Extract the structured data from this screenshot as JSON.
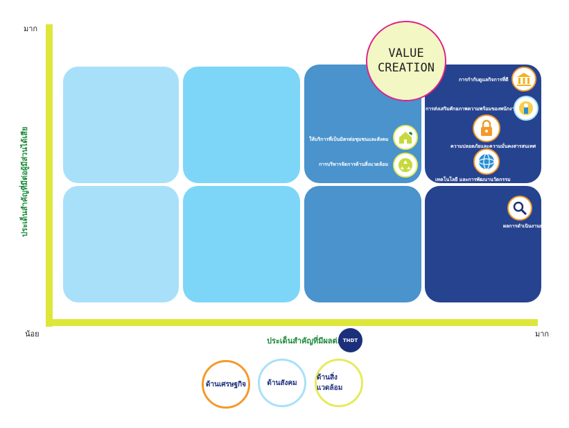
{
  "axis": {
    "y_top": "มาก",
    "y_title": "ประเด็นสำคัญที่มีต่อผู้มีส่วนได้เสีย",
    "x_left": "น้อย",
    "x_right": "มาก",
    "x_title": "ประเด็นสำคัญที่มีผลต่อ"
  },
  "value_creation": [
    "VALUE",
    "CREATION"
  ],
  "logo_text": "THDT",
  "cells": {
    "top_mid": [
      {
        "label": "ให้บริการที่เป็นมิตรต่อชุมชนและสังคม",
        "icon": "house-leaf-icon"
      },
      {
        "label": "การบริหารจัดการด้านสิ่งแวดล้อม",
        "icon": "recycle-icon"
      }
    ],
    "top_right": [
      {
        "label": "การกำกับดูแลกิจการที่ดี",
        "icon": "bank-icon"
      },
      {
        "label": "การส่งเสริมศักยภาพความพร้อมของพนักงาน",
        "icon": "employee-icon"
      },
      {
        "label": "ความปลอดภัยและความมั่นคงสารสนเทศ",
        "icon": "lock-icon"
      },
      {
        "label": "เทคโนโลยี และการพัฒนานวัตกรรม",
        "icon": "globe-icon"
      }
    ],
    "bottom_right": [
      {
        "label": "ผลการดำเนินงานธุรกิจ",
        "icon": "magnifier-icon"
      }
    ]
  },
  "legend": [
    {
      "label": "ด้านเศรษฐกิจ",
      "color": "#f39a2b"
    },
    {
      "label": "ด้านสังคม",
      "color": "#a8e0fa"
    },
    {
      "label": "ด้านสิ่งแวดล้อม",
      "color": "#e6ea5a"
    }
  ]
}
